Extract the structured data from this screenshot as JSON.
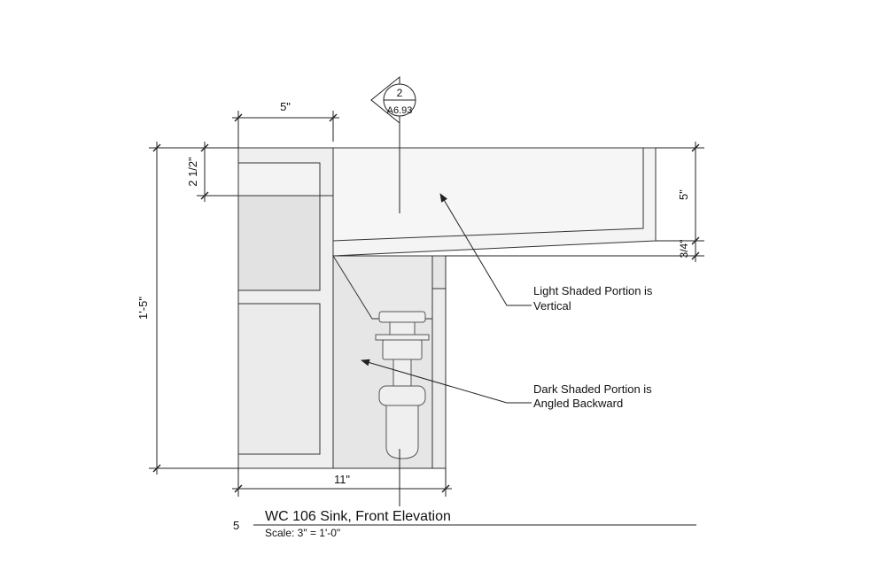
{
  "drawing": {
    "number": "5",
    "title": "WC 106 Sink, Front Elevation",
    "scale": "Scale: 3\" = 1'-0\""
  },
  "section_marker": {
    "number": "2",
    "sheet": "A6.93"
  },
  "dimensions": {
    "top_width": "5\"",
    "left_small": "2 1/2\"",
    "overall_height": "1'-5\"",
    "bottom_width": "11\"",
    "right_top": "5\"",
    "right_bottom": "3/4\""
  },
  "annotations": {
    "light_line1": "Light Shaded Portion is",
    "light_line2": "Vertical",
    "dark_line1": "Dark Shaded Portion is",
    "dark_line2": "Angled Backward"
  },
  "colors": {
    "light_fill": "#f2f2f2",
    "dark_fill": "#e3e3e3",
    "line": "#222222"
  }
}
